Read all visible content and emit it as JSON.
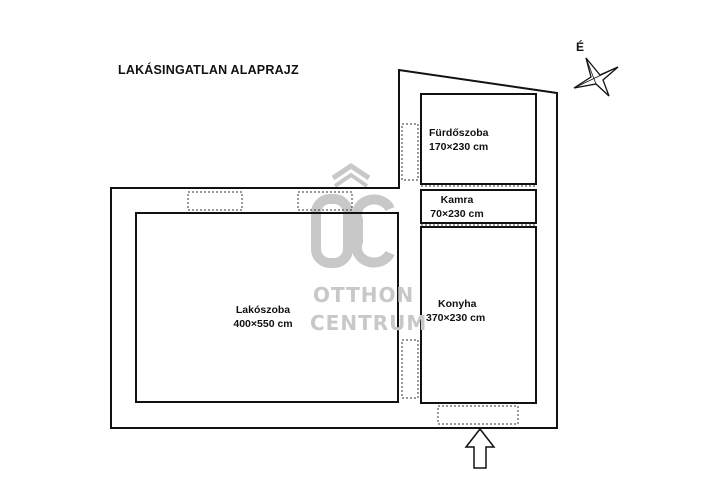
{
  "title": "LAKÁSINGATLAN ALAPRAJZ",
  "compass": {
    "north_label": "É",
    "icon": "compass-star-icon"
  },
  "rooms": [
    {
      "id": "furdoszoba",
      "name": "Fürdőszoba",
      "size": "170×230 cm"
    },
    {
      "id": "kamra",
      "name": "Kamra",
      "size": "70×230 cm"
    },
    {
      "id": "konyha",
      "name": "Konyha",
      "size": "370×230 cm"
    },
    {
      "id": "lakoszoba",
      "name": "Lakószoba",
      "size": "400×550 cm"
    }
  ],
  "watermark": {
    "logo": "ÔC",
    "line1": "OTTHON",
    "line2": "CENTRUM"
  },
  "entrance": {
    "icon": "entrance-arrow-icon"
  },
  "colors": {
    "wall": "#111111",
    "watermark": "#c8c8c8"
  }
}
